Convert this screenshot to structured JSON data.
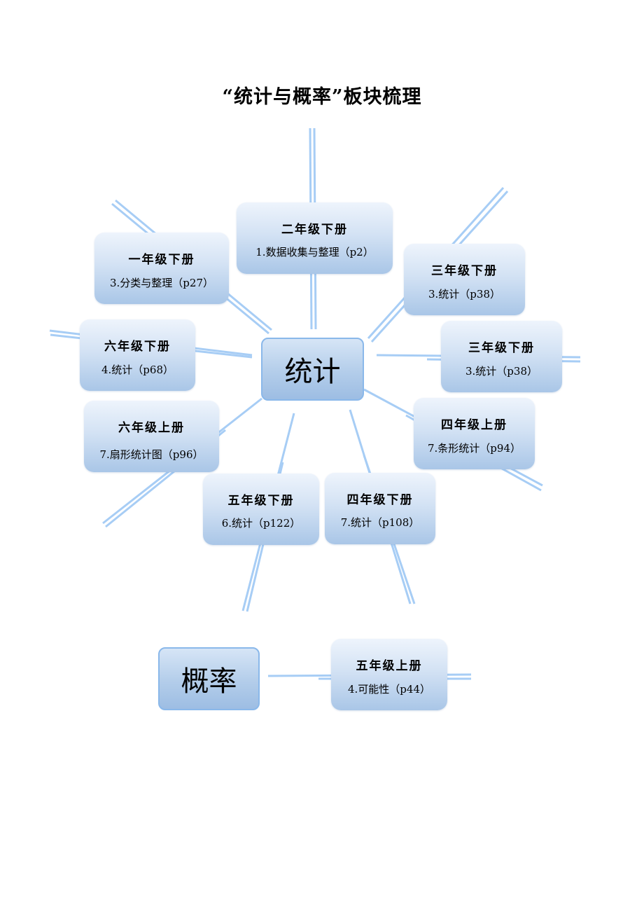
{
  "title": "“统计与概率”板块梳理",
  "stats_hub": {
    "label": "统计"
  },
  "probability_hub": {
    "label": "概率"
  },
  "nodes": [
    {
      "grade": "二年级下册",
      "chapter": "1.数据收集与整理（p2）"
    },
    {
      "grade": "一年级下册",
      "chapter": "3.分类与整理（p27）"
    },
    {
      "grade": "三年级下册",
      "chapter": "3.统计（p38）"
    },
    {
      "grade": "六年级下册",
      "chapter": "4.统计（p68）"
    },
    {
      "grade": "三年级下册",
      "chapter": "3.统计（p38）"
    },
    {
      "grade": "六年级上册",
      "chapter": "7.扇形统计图（p96）"
    },
    {
      "grade": "四年级上册",
      "chapter": "7.条形统计（p94）"
    },
    {
      "grade": "五年级下册",
      "chapter": "6.统计（p122）"
    },
    {
      "grade": "四年级下册",
      "chapter": "7.统计（p108）"
    },
    {
      "grade": "五年级上册",
      "chapter": "4.可能性（p44）"
    }
  ]
}
